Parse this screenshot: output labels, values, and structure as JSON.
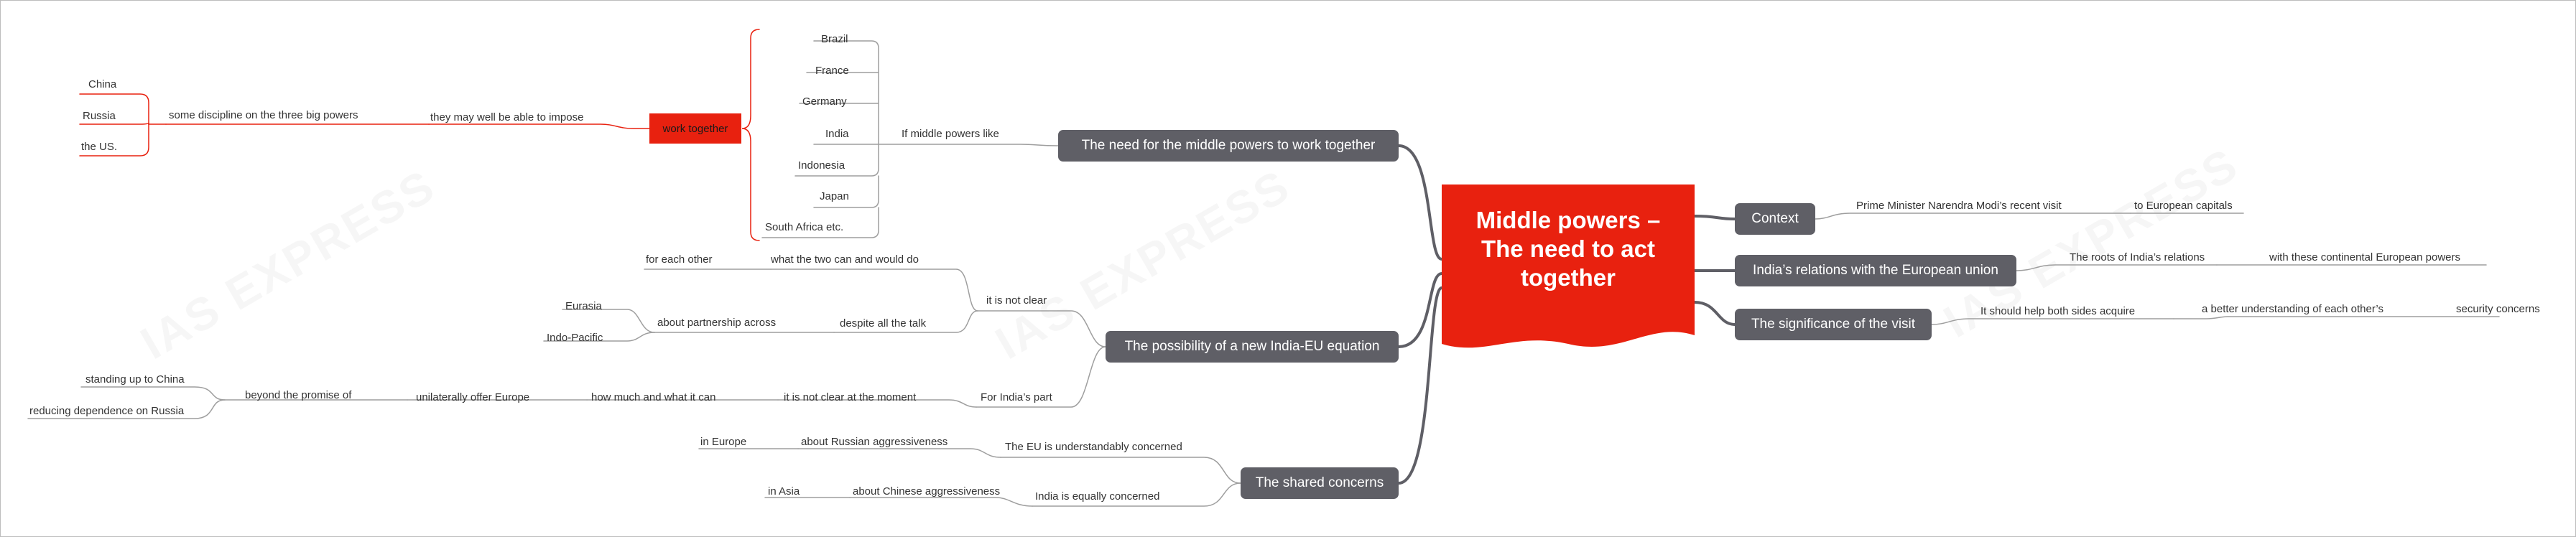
{
  "central": {
    "lines": [
      "Middle powers –",
      "The need to act",
      "together"
    ]
  },
  "watermark": "IAS EXPRESS",
  "colors": {
    "branch": "#5f5f66",
    "accent_red": "#e8210f",
    "link_line": "#9e9e9e",
    "red_line": "#e8210f"
  },
  "right": {
    "context": {
      "label": "Context",
      "child": "Prime Minister Narendra Modi’s recent visit",
      "grandchild": "to European capitals"
    },
    "relations": {
      "label": "India’s relations with the European union",
      "child": "The roots of India’s relations",
      "grandchild": "with these continental European powers"
    },
    "significance": {
      "label": "The significance of the visit",
      "child": "It should help both sides acquire",
      "grandchild": "a better understanding of each other’s",
      "leaf": "security concerns"
    }
  },
  "need": {
    "label": "The need for the middle powers to work together",
    "child": "If middle powers like",
    "countries": [
      "Brazil",
      "France",
      "Germany",
      "India",
      "Indonesia",
      "Japan",
      "South Africa etc."
    ],
    "work_together": "work together",
    "impose": "they may well be able to impose",
    "discipline": "some discipline on the three big powers",
    "powers": [
      "China",
      "Russia",
      "the US."
    ]
  },
  "equation": {
    "label": "The possibility of a new India-EU equation",
    "not_clear": "it is not clear",
    "what_two": "what the two can and would do",
    "for_each_other": "for each other",
    "despite": "despite all the talk",
    "partnership": "about partnership across",
    "regions": [
      "Eurasia",
      "Indo-Pacific"
    ],
    "indias_part": "For India’s part",
    "not_clear_moment": "it is not clear at the moment",
    "how_much": "how much and what it can",
    "offer": "unilaterally offer Europe",
    "beyond": "beyond the promise of",
    "promises": [
      "standing up to China",
      "reducing dependence on Russia"
    ]
  },
  "shared": {
    "label": "The shared concerns",
    "eu": "The EU is understandably concerned",
    "eu_about": "about Russian aggressiveness",
    "eu_where": "in Europe",
    "india": "India is equally concerned",
    "india_about": "about Chinese aggressiveness",
    "india_where": "in Asia"
  }
}
